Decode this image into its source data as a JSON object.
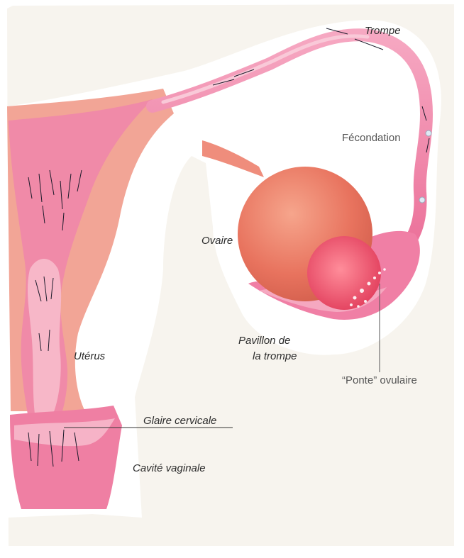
{
  "labels": {
    "trompe": "Trompe",
    "fecondation": "Fécondation",
    "ovaire": "Ovaire",
    "pavillon_line1": "Pavillon de",
    "pavillon_line2": "la trompe",
    "ponte": "“Ponte” ovulaire",
    "uterus": "Utérus",
    "glaire": "Glaire cervicale",
    "cavite": "Cavité vaginale"
  },
  "colors": {
    "background": "#ffffff",
    "paper": "#f7f4ee",
    "pink_tissue": "#ef7fa3",
    "pink_light": "#f6b3c7",
    "salmon_wall": "#f2a596",
    "ovary": "#e8735e",
    "follicle": "#e94a63",
    "sperm": "#1a1a2a"
  }
}
